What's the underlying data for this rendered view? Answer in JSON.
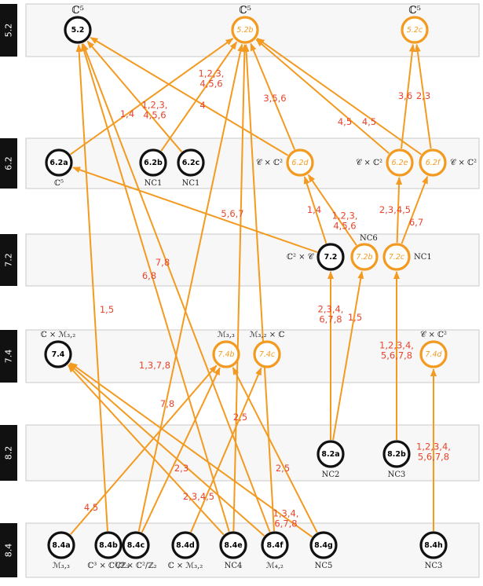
{
  "rows": [
    {
      "id": "r52",
      "label": "5.2"
    },
    {
      "id": "r62",
      "label": "6.2"
    },
    {
      "id": "r72",
      "label": "7.2"
    },
    {
      "id": "r74",
      "label": "7.4"
    },
    {
      "id": "r82",
      "label": "8.2"
    },
    {
      "id": "r84",
      "label": "8.4"
    }
  ],
  "nodes": [
    {
      "id": "5.2",
      "label": "5.2",
      "color": "black",
      "annotation": "ℂ⁵",
      "annotation_pos": "top"
    },
    {
      "id": "5.2b",
      "label": "5.2b",
      "color": "orange",
      "annotation": "ℂ⁵",
      "annotation_pos": "top"
    },
    {
      "id": "5.2c",
      "label": "5.2c",
      "color": "orange",
      "annotation": "ℂ⁵",
      "annotation_pos": "top"
    },
    {
      "id": "6.2a",
      "label": "6.2a",
      "color": "black",
      "annotation": "ℂ⁵",
      "annotation_pos": "below"
    },
    {
      "id": "6.2b",
      "label": "6.2b",
      "color": "black",
      "annotation": "NC1",
      "annotation_pos": "below"
    },
    {
      "id": "6.2c",
      "label": "6.2c",
      "color": "black",
      "annotation": "NC1",
      "annotation_pos": "below"
    },
    {
      "id": "6.2d",
      "label": "6.2d",
      "color": "orange",
      "annotation": "𝒞 × ℂ²",
      "annotation_pos": "left"
    },
    {
      "id": "6.2e",
      "label": "6.2e",
      "color": "orange",
      "annotation": "𝒞 × ℂ²",
      "annotation_pos": "left"
    },
    {
      "id": "6.2f",
      "label": "6.2f",
      "color": "orange",
      "annotation": "𝒞 × ℂ²",
      "annotation_pos": "right"
    },
    {
      "id": "7.2",
      "label": "7.2",
      "color": "black",
      "annotation": "ℂ² × 𝒞",
      "annotation_pos": "left"
    },
    {
      "id": "7.2b",
      "label": "7.2b",
      "color": "orange",
      "annotation": "NC6",
      "annotation_pos": "topright"
    },
    {
      "id": "7.2c",
      "label": "7.2c",
      "color": "orange",
      "annotation": "NC1",
      "annotation_pos": "right"
    },
    {
      "id": "7.4",
      "label": "7.4",
      "color": "black",
      "annotation": "ℂ × ℳ₃,₂",
      "annotation_pos": "top"
    },
    {
      "id": "7.4b",
      "label": "7.4b",
      "color": "orange",
      "annotation": "ℳ₃,₃",
      "annotation_pos": "top"
    },
    {
      "id": "7.4c",
      "label": "7.4c",
      "color": "orange",
      "annotation": "ℳ₃,₂ × ℂ",
      "annotation_pos": "top"
    },
    {
      "id": "7.4d",
      "label": "7.4d",
      "color": "orange",
      "annotation": "𝒞 × ℂ²",
      "annotation_pos": "top"
    },
    {
      "id": "8.2a",
      "label": "8.2a",
      "color": "black",
      "annotation": "NC2",
      "annotation_pos": "below"
    },
    {
      "id": "8.2b",
      "label": "8.2b",
      "color": "black",
      "annotation": "NC3",
      "annotation_pos": "below"
    },
    {
      "id": "8.4a",
      "label": "8.4a",
      "color": "black",
      "annotation": "ℳ₃,₃",
      "annotation_pos": "below"
    },
    {
      "id": "8.4b",
      "label": "8.4b",
      "color": "black",
      "annotation": "ℂ³ × ℂ²/ℤ₂",
      "annotation_pos": "below"
    },
    {
      "id": "8.4c",
      "label": "8.4c",
      "color": "black",
      "annotation": "ℂ³ × ℂ²/ℤ₂",
      "annotation_pos": "below"
    },
    {
      "id": "8.4d",
      "label": "8.4d",
      "color": "black",
      "annotation": "ℂ × ℳ₃,₂",
      "annotation_pos": "below"
    },
    {
      "id": "8.4e",
      "label": "8.4e",
      "color": "black",
      "annotation": "NC4",
      "annotation_pos": "below"
    },
    {
      "id": "8.4f",
      "label": "8.4f",
      "color": "black",
      "annotation": "ℳ₄,₂",
      "annotation_pos": "below"
    },
    {
      "id": "8.4g",
      "label": "8.4g",
      "color": "black",
      "annotation": "NC5",
      "annotation_pos": "below"
    },
    {
      "id": "8.4h",
      "label": "8.4h",
      "color": "black",
      "annotation": "NC3",
      "annotation_pos": "below"
    }
  ],
  "edges": [
    {
      "from": "6.2a",
      "to": "5.2b",
      "label": "1,4"
    },
    {
      "from": "6.2c",
      "to": "5.2",
      "label": "1,2,3,\n4,5,6"
    },
    {
      "from": "6.2b",
      "to": "5.2b",
      "label": "1,2,3,\n4,5,6"
    },
    {
      "from": "6.2d",
      "to": "5.2",
      "label": "4"
    },
    {
      "from": "6.2d",
      "to": "5.2b",
      "label": "3,5,6"
    },
    {
      "from": "6.2e",
      "to": "5.2b",
      "label": "4,5"
    },
    {
      "from": "6.2f",
      "to": "5.2b",
      "label": "4,5"
    },
    {
      "from": "6.2e",
      "to": "5.2c",
      "label": "3,6"
    },
    {
      "from": "6.2f",
      "to": "5.2c",
      "label": "2,3"
    },
    {
      "from": "7.2",
      "to": "6.2a",
      "label": "5,6,7"
    },
    {
      "from": "7.2",
      "to": "6.2d",
      "label": "1,4"
    },
    {
      "from": "7.2b",
      "to": "6.2d",
      "label": "1,2,3,\n4,5,6"
    },
    {
      "from": "7.2c",
      "to": "6.2e",
      "label": "2,3,4,5"
    },
    {
      "from": "7.2c",
      "to": "6.2f",
      "label": "6,7"
    },
    {
      "from": "8.2a",
      "to": "7.2",
      "label": "2,3,4,\n6,7,8"
    },
    {
      "from": "8.2a",
      "to": "7.2b",
      "label": "1,5"
    },
    {
      "from": "8.2b",
      "to": "7.2c",
      "label": "1,2,3,4,\n5,6,7,8"
    },
    {
      "from": "8.4h",
      "to": "7.4d",
      "label": "1,2,3,4,\n5,6,7,8"
    },
    {
      "from": "8.4b",
      "to": "5.2",
      "label": "1,5"
    },
    {
      "from": "8.4e",
      "to": "5.2",
      "label": "7,8"
    },
    {
      "from": "8.4f",
      "to": "5.2",
      "label": "6,8"
    },
    {
      "from": "8.4c",
      "to": "5.2b",
      "label": "1,3,7,8"
    },
    {
      "from": "8.4a",
      "to": "7.4b",
      "label": "4,5"
    },
    {
      "from": "8.4c",
      "to": "7.4b",
      "label": "7,8"
    },
    {
      "from": "8.4d",
      "to": "7.4c",
      "label": "2,5"
    },
    {
      "from": "8.4e",
      "to": "7.4",
      "label": "2,3"
    },
    {
      "from": "8.4f",
      "to": "7.4",
      "label": "2,3,4,5"
    },
    {
      "from": "8.4g",
      "to": "7.4",
      "label": "1,3,4,\n6,7,8"
    },
    {
      "from": "8.4g",
      "to": "7.4b",
      "label": "2,5"
    },
    {
      "from": "8.4e",
      "to": "5.2b",
      "label": ""
    },
    {
      "from": "8.4f",
      "to": "5.2b",
      "label": ""
    }
  ]
}
